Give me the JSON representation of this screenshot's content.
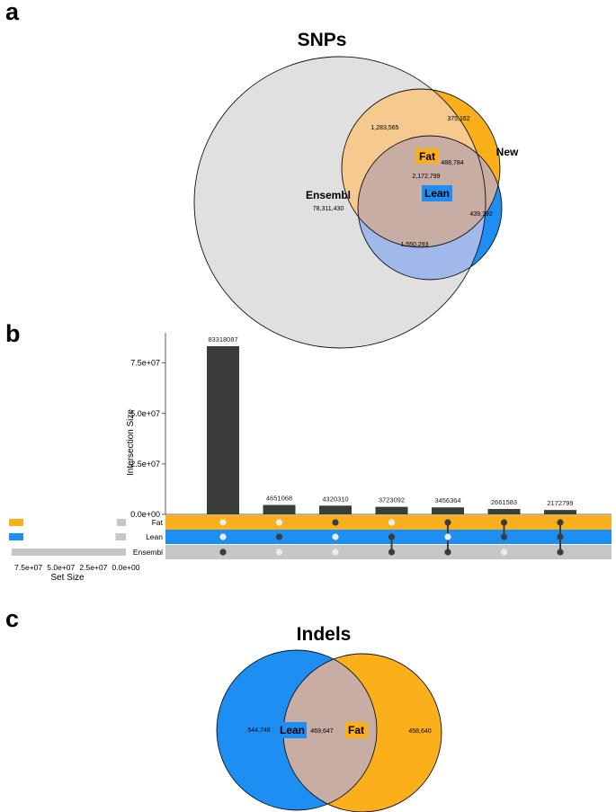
{
  "panels": {
    "a": "a",
    "b": "b",
    "c": "c"
  },
  "colors": {
    "ensembl": "#e0e0e0",
    "fat": "#fbaf1a",
    "lean": "#1e8ff2",
    "fat_only": "#f6c98e",
    "lean_only": "#a1b8eb",
    "fat_lean": "#c7ada3",
    "bar": "#3c3c3c",
    "dot_on": "#3c3c3c",
    "dot_off": "#ececec",
    "setsize_bar": "#c6c6c6"
  },
  "chart_data": [
    {
      "type": "venn",
      "title": "SNPs",
      "sets": [
        "Ensembl",
        "Fat",
        "Lean",
        "New"
      ],
      "set_labels": {
        "ensembl": "Ensembl",
        "fat": "Fat",
        "lean": "Lean",
        "new": "New"
      },
      "region_labels": {
        "ensembl_only": "78,311,430",
        "fat_ensembl": "1,283,565",
        "fat_new": "375,162",
        "fat_lean_ensembl": "2,172,799",
        "fat_lean_new": "488,784",
        "lean_new": "439,192",
        "lean_ensembl": "1,550,293"
      }
    },
    {
      "type": "upset",
      "ylabel": "Intersection Size",
      "xlabel": "Set Size",
      "ylim": [
        0,
        90000000
      ],
      "y_ticks": [
        0,
        25000000,
        50000000,
        75000000
      ],
      "y_tick_labels": [
        "0.0e+00",
        "2.5e+07",
        "5.0e+07",
        "7.5e+07"
      ],
      "sets": [
        "Fat",
        "Lean",
        "Ensembl"
      ],
      "set_sizes": [
        7000000,
        8000000,
        88000000
      ],
      "set_size_ticks": [
        75000000,
        50000000,
        25000000,
        0
      ],
      "set_size_tick_labels": [
        "7.5e+07",
        "5.0e+07",
        "2.5e+07",
        "0.0e+00"
      ],
      "set_size_max": 90000000,
      "intersections": [
        {
          "value": 83318087,
          "label": "83318087",
          "members": [
            false,
            false,
            true
          ]
        },
        {
          "value": 4651068,
          "label": "4651068",
          "members": [
            false,
            true,
            false
          ]
        },
        {
          "value": 4320310,
          "label": "4320310",
          "members": [
            true,
            false,
            false
          ]
        },
        {
          "value": 3723092,
          "label": "3723092",
          "members": [
            false,
            true,
            true
          ]
        },
        {
          "value": 3456364,
          "label": "3456364",
          "members": [
            true,
            false,
            true
          ]
        },
        {
          "value": 2661583,
          "label": "2661583",
          "members": [
            true,
            true,
            false
          ]
        },
        {
          "value": 2172799,
          "label": "2172799",
          "members": [
            true,
            true,
            true
          ]
        }
      ]
    },
    {
      "type": "venn",
      "title": "Indels",
      "sets": [
        "Lean",
        "Fat"
      ],
      "set_labels": {
        "lean": "Lean",
        "fat": "Fat"
      },
      "region_labels": {
        "lean_only": "544,748",
        "both": "469,647",
        "fat_only": "458,640"
      }
    }
  ]
}
